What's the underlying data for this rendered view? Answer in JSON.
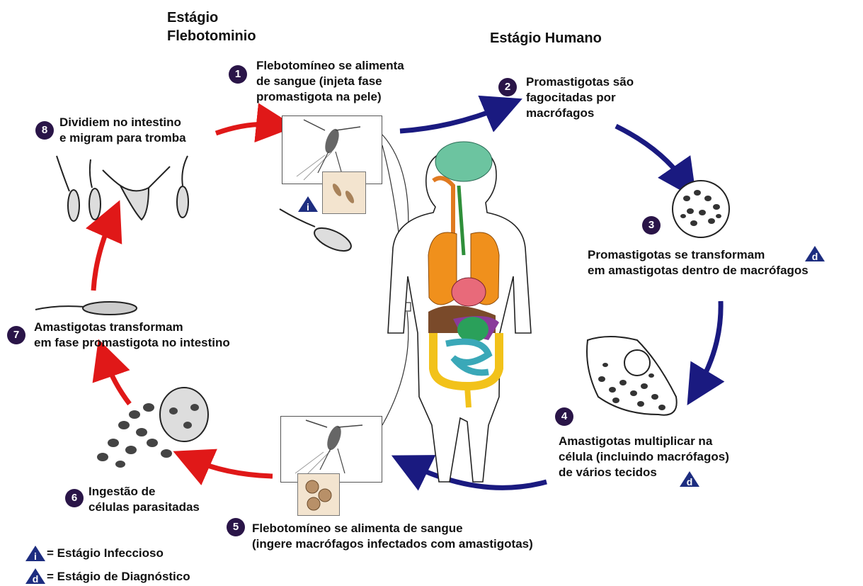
{
  "headers": {
    "vector_stage_line1": "Estágio",
    "vector_stage_line2": "Flebotominio",
    "human_stage": "Estágio Humano"
  },
  "steps": [
    {
      "num": "1",
      "lines": [
        "Flebotomíneo se alimenta",
        "de sangue (injeta fase",
        "promastigota na pele)"
      ]
    },
    {
      "num": "2",
      "lines": [
        "Promastigotas são",
        "fagocitadas por",
        "macrófagos"
      ]
    },
    {
      "num": "3",
      "lines": [
        "Promastigotas se transformam",
        "em amastigotas dentro de macrófagos"
      ]
    },
    {
      "num": "4",
      "lines": [
        "Amastigotas multiplicar na",
        "célula (incluindo macrófagos)",
        "de vários tecidos"
      ]
    },
    {
      "num": "5",
      "lines": [
        "Flebotomíneo se alimenta de sangue",
        "(ingere macrófagos infectados com amastigotas)"
      ]
    },
    {
      "num": "6",
      "lines": [
        "Ingestão de",
        "células parasitadas"
      ]
    },
    {
      "num": "7",
      "lines": [
        "Amastigotas transformam",
        "em fase promastigota no intestino"
      ]
    },
    {
      "num": "8",
      "lines": [
        "Dividiem no intestino",
        "e migram para tromba"
      ]
    }
  ],
  "legend": {
    "infective_symbol": "i",
    "infective_label": "=   Estágio Infeccioso",
    "diagnostic_symbol": "d",
    "diagnostic_label": "= Estágio de Diagnóstico"
  },
  "colors": {
    "human_arrow": "#1a1a80",
    "vector_arrow": "#e01818",
    "badge": "#2a1548",
    "stage_triangle": "#1d2d80"
  }
}
